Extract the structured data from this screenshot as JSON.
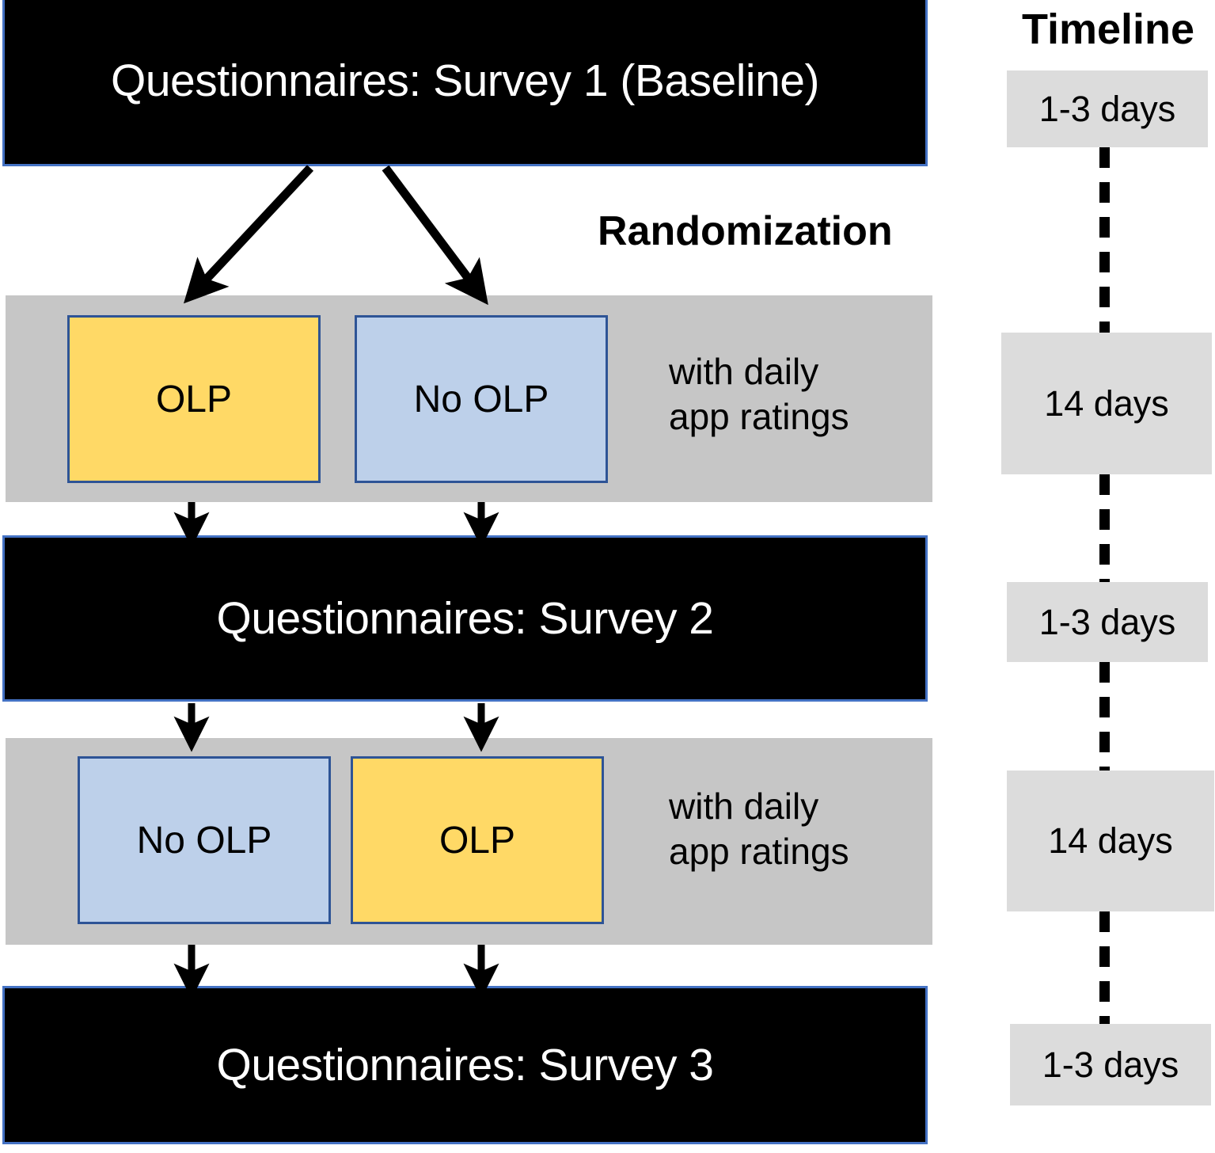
{
  "flow": {
    "surveys": [
      {
        "id": "survey1",
        "label": "Questionnaires: Survey 1 (Baseline)"
      },
      {
        "id": "survey2",
        "label": "Questionnaires: Survey 2"
      },
      {
        "id": "survey3",
        "label": "Questionnaires: Survey 3"
      }
    ],
    "randomization_label": "Randomization",
    "phases": [
      {
        "id": "phase1",
        "arms": [
          {
            "label": "OLP",
            "color": "#FFD966"
          },
          {
            "label": "No OLP",
            "color": "#BDD0EA"
          }
        ],
        "note": "with daily\napp ratings"
      },
      {
        "id": "phase2",
        "arms": [
          {
            "label": "No OLP",
            "color": "#BDD0EA"
          },
          {
            "label": "OLP",
            "color": "#FFD966"
          }
        ],
        "note": "with daily\napp ratings"
      }
    ]
  },
  "timeline": {
    "title": "Timeline",
    "segments": [
      {
        "label": "1-3 days"
      },
      {
        "label": "14 days"
      },
      {
        "label": "1-3 days"
      },
      {
        "label": "14 days"
      },
      {
        "label": "1-3 days"
      }
    ]
  },
  "colors": {
    "survey_bar_fill": "#000000",
    "survey_bar_border": "#4472C4",
    "survey_bar_text": "#FFFFFF",
    "phase_band_fill": "#C6C6C6",
    "arm_border": "#2E5496",
    "arm_olp_fill": "#FFD966",
    "arm_no_olp_fill": "#BDD0EA",
    "timeline_box_fill": "#DCDCDC",
    "arrow": "#000000",
    "text": "#000000"
  }
}
